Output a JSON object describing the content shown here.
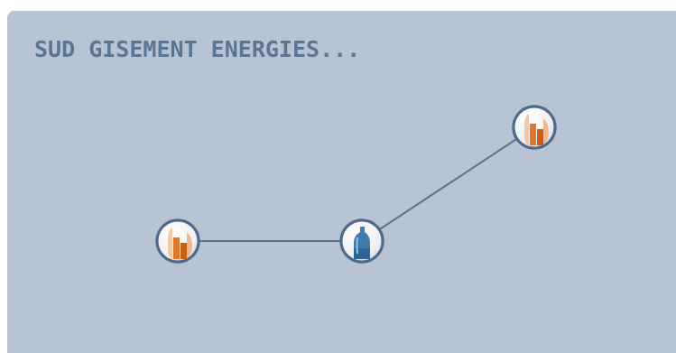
{
  "panel": {
    "title": "SUD GISEMENT ENERGIES..."
  },
  "colors": {
    "panel_background": "#b8c3d3",
    "title": "#5b7595",
    "connector": "#5b7390",
    "node_ring": "#4d6a8a",
    "orange_accent": "#e0762a",
    "blue_accent": "#3f7ab0"
  },
  "nodes": [
    {
      "id": "left",
      "icon": "orange-bar-chart-icon",
      "type": "orange"
    },
    {
      "id": "middle",
      "icon": "blue-bottle-icon",
      "type": "blue"
    },
    {
      "id": "right",
      "icon": "orange-bar-chart-icon",
      "type": "orange"
    }
  ],
  "connections": [
    {
      "from": "left",
      "to": "middle"
    },
    {
      "from": "middle",
      "to": "right"
    }
  ]
}
